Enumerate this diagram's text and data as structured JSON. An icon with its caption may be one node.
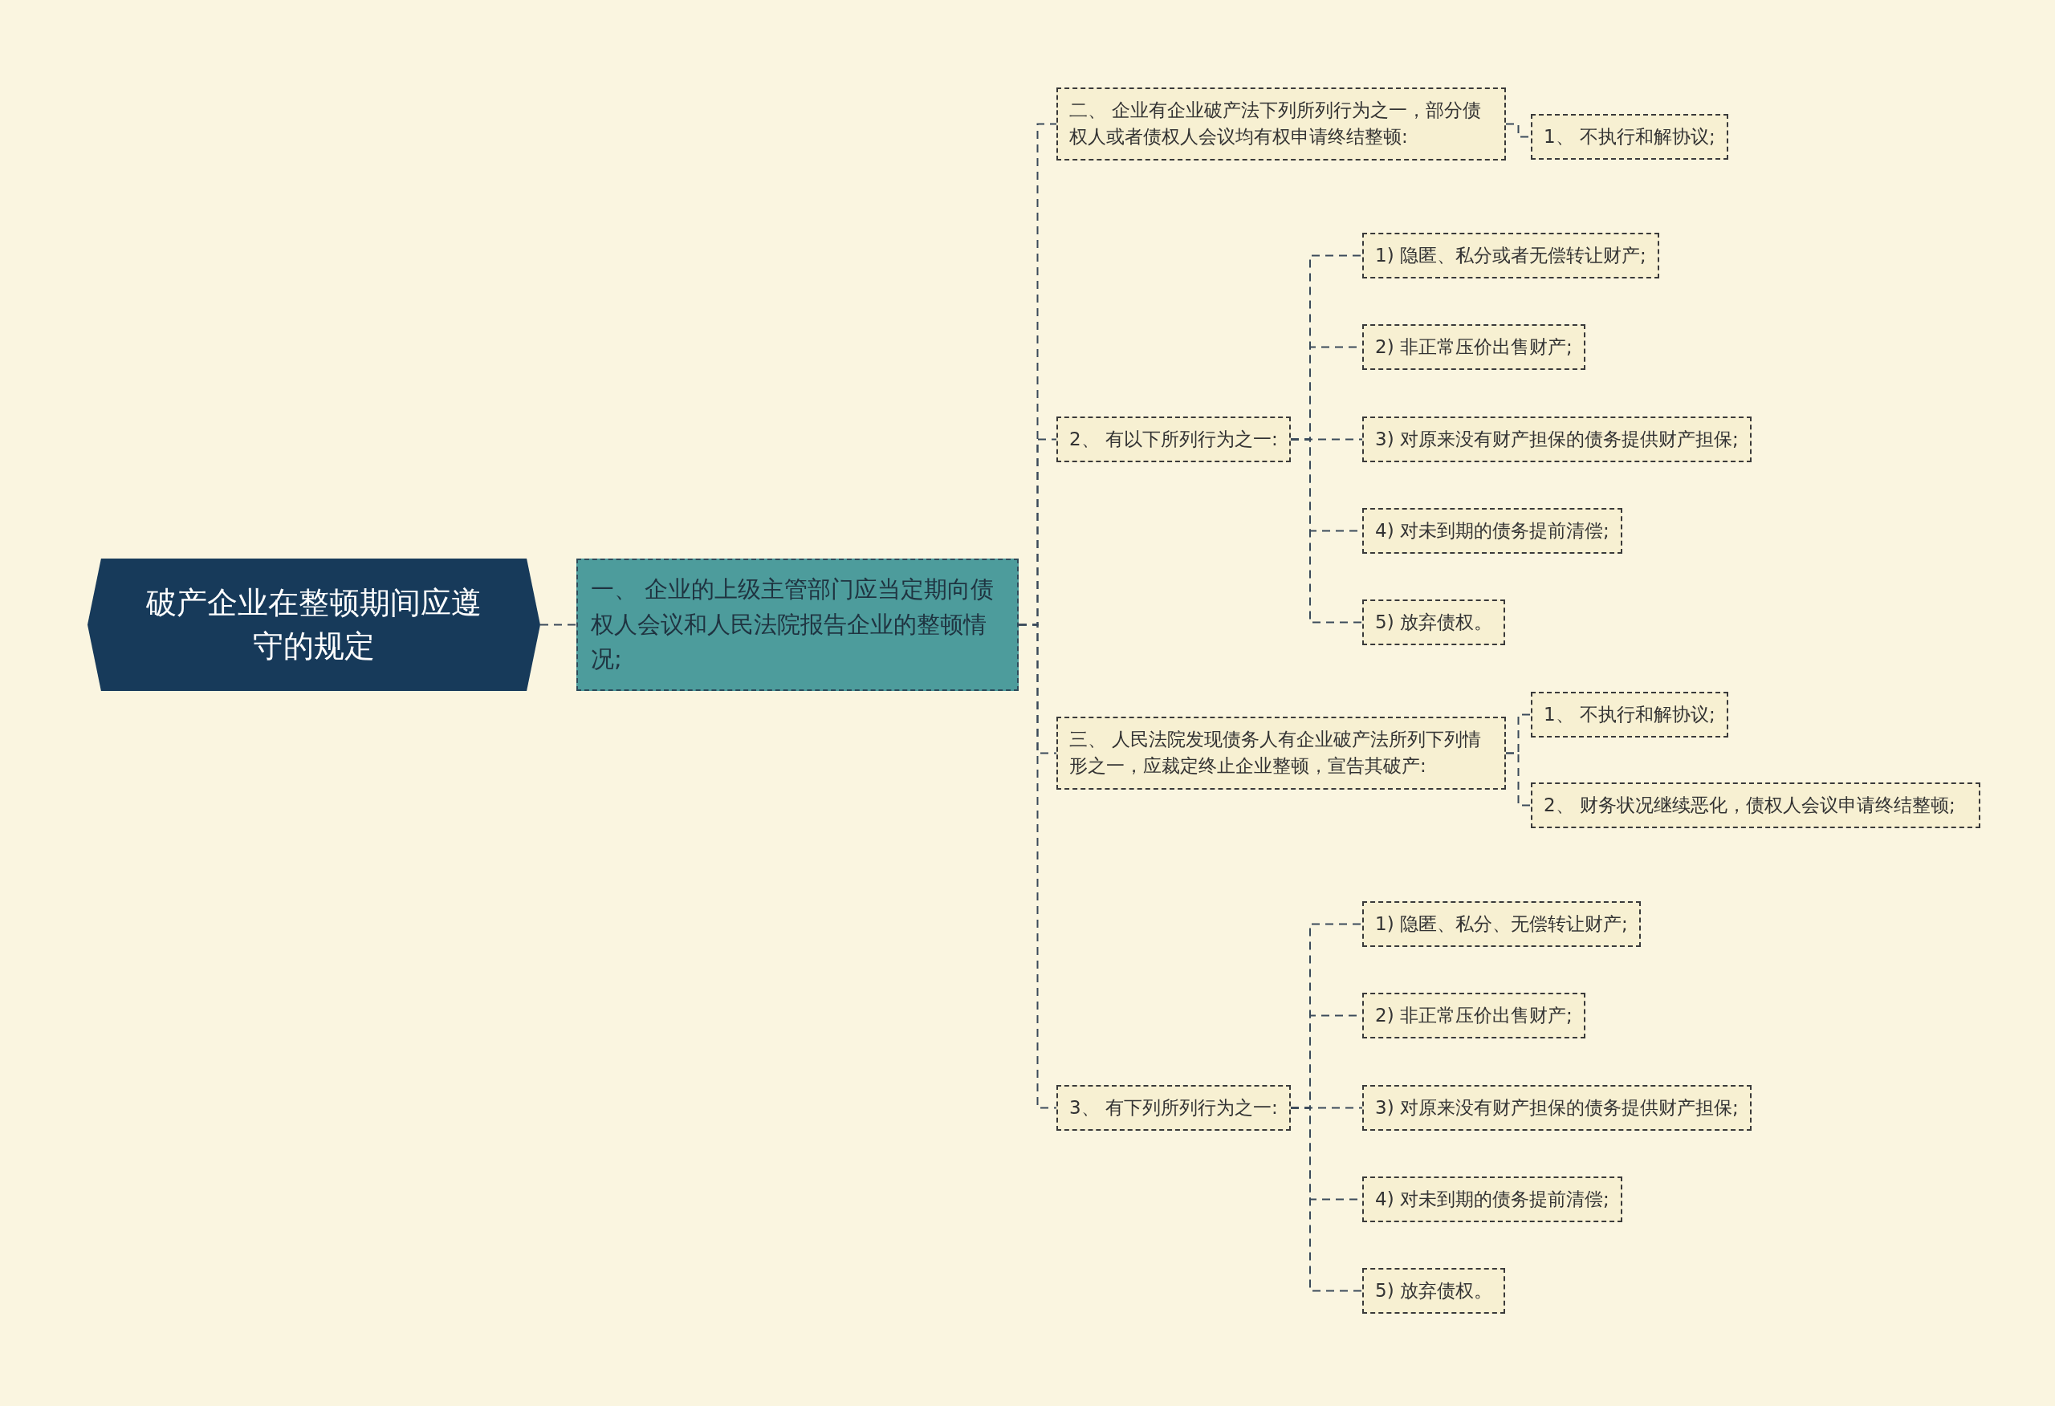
{
  "diagram": {
    "nodes": [
      {
        "text": [
          "破产企业在整顿期间应遵守的规定"
        ]
      },
      {
        "text": [
          "一、 企业的上级主管部门应当定期向债权人会议和人民法院报告企业的整顿情况;"
        ]
      },
      {
        "text": [
          "二、 企业有企业破产法下列所列行为之一，部分债权人或者债权人会议均有权申请终结整顿:"
        ]
      },
      {
        "text": [
          "1、 不执行和解协议;"
        ]
      },
      {
        "text": [
          "2、 有以下所列行为之一:"
        ]
      },
      {
        "text": [
          "1) 隐匿、私分或者无偿转让财产;"
        ]
      },
      {
        "text": [
          "2) 非正常压价出售财产;"
        ]
      },
      {
        "text": [
          "3) 对原来没有财产担保的债务提供财产担保;"
        ]
      },
      {
        "text": [
          "4) 对未到期的债务提前清偿;"
        ]
      },
      {
        "text": [
          "5) 放弃债权。"
        ]
      },
      {
        "text": [
          "三、 人民法院发现债务人有企业破产法所列下列情形之一，应裁定终止企业整顿，宣告其破产:"
        ]
      },
      {
        "text": [
          "1、 不执行和解协议;"
        ]
      },
      {
        "text": [
          "2、 财务状况继续恶化，债权人会议申请终结整顿;"
        ]
      },
      {
        "text": [
          "3、 有下列所列行为之一:"
        ]
      },
      {
        "text": [
          "1) 隐匿、私分、无偿转让财产;"
        ]
      },
      {
        "text": [
          "2) 非正常压价出售财产;"
        ]
      },
      {
        "text": [
          "3) 对原来没有财产担保的债务提供财产担保;"
        ]
      },
      {
        "text": [
          "4) 对未到期的债务提前清偿;"
        ]
      },
      {
        "text": [
          "5) 放弃债权。"
        ]
      }
    ],
    "edges": [
      {
        "from": 0,
        "to": 1,
        "arrow": "none"
      },
      {
        "from": 1,
        "to": 2,
        "arrow": "none"
      },
      {
        "from": 2,
        "to": 3,
        "arrow": "none"
      },
      {
        "from": 1,
        "to": 4,
        "arrow": "none"
      },
      {
        "from": 4,
        "to": 5,
        "arrow": "none"
      },
      {
        "from": 4,
        "to": 6,
        "arrow": "none"
      },
      {
        "from": 4,
        "to": 7,
        "arrow": "none"
      },
      {
        "from": 4,
        "to": 8,
        "arrow": "none"
      },
      {
        "from": 4,
        "to": 9,
        "arrow": "none"
      },
      {
        "from": 1,
        "to": 10,
        "arrow": "none"
      },
      {
        "from": 10,
        "to": 11,
        "arrow": "none"
      },
      {
        "from": 10,
        "to": 12,
        "arrow": "none"
      },
      {
        "from": 1,
        "to": 13,
        "arrow": "none"
      },
      {
        "from": 13,
        "to": 14,
        "arrow": "none"
      },
      {
        "from": 13,
        "to": 15,
        "arrow": "none"
      },
      {
        "from": 13,
        "to": 16,
        "arrow": "none"
      },
      {
        "from": 13,
        "to": 17,
        "arrow": "none"
      },
      {
        "from": 13,
        "to": 18,
        "arrow": "none"
      }
    ]
  }
}
